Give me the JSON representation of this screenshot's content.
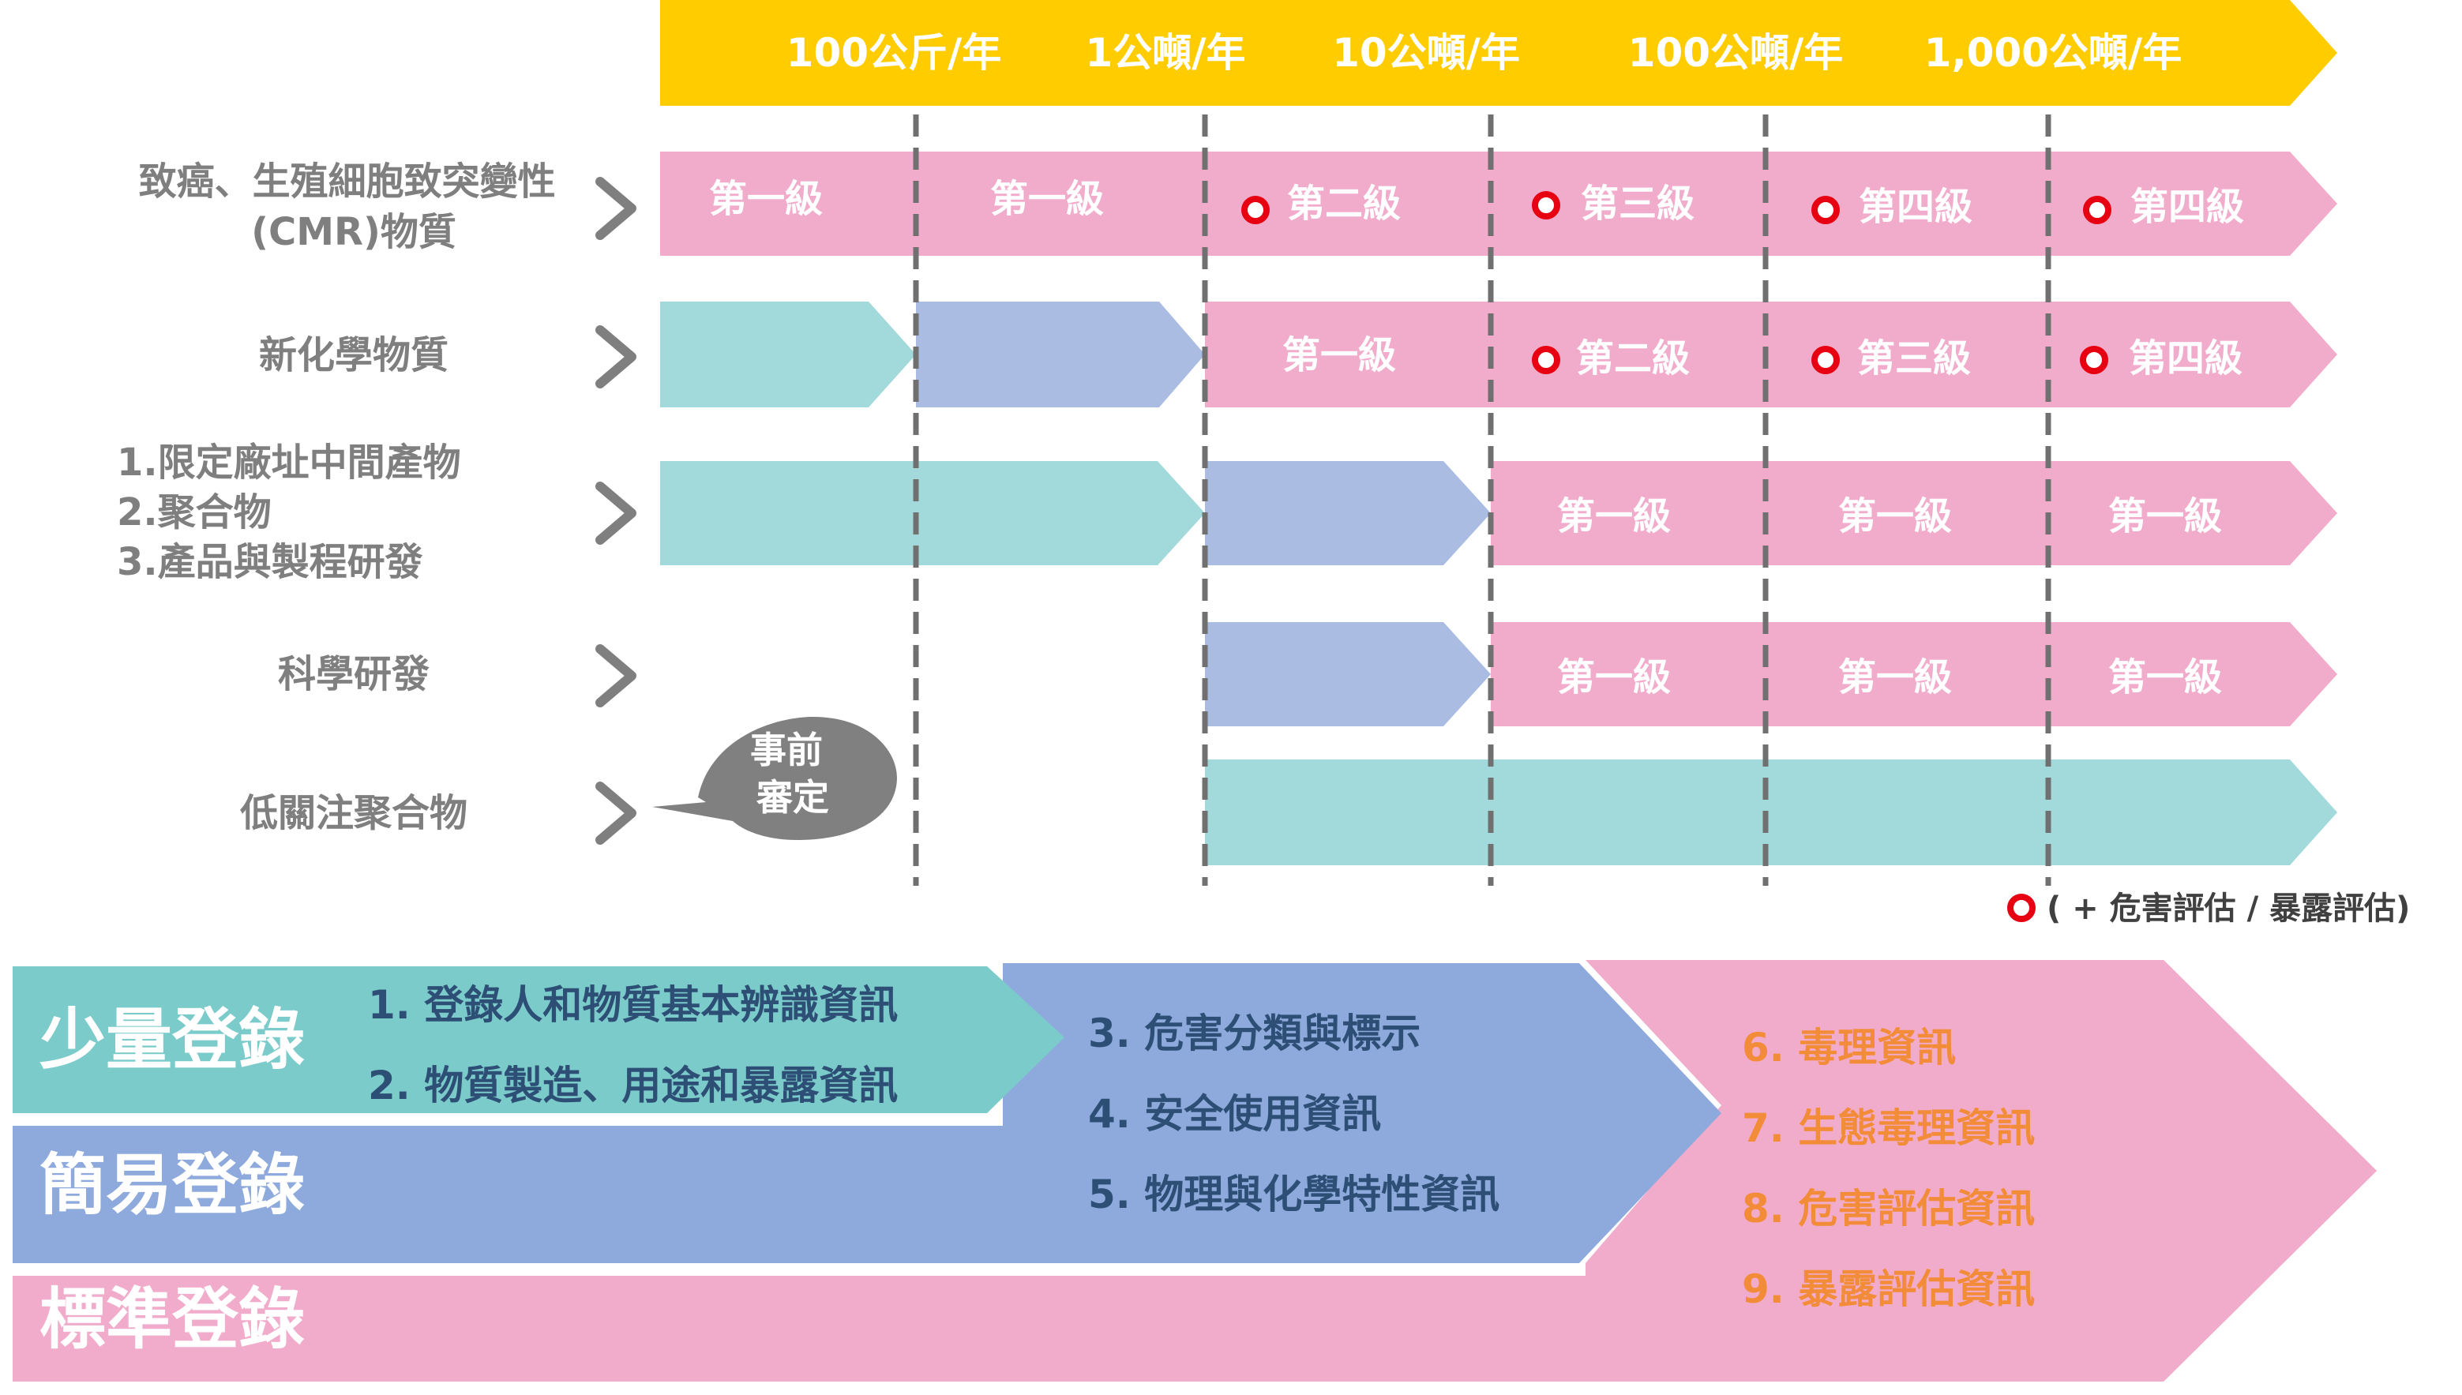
{
  "header": {
    "ticks": [
      "100公斤/年",
      "1公噸/年",
      "10公噸/年",
      "100公噸/年",
      "1,000公噸/年"
    ]
  },
  "rows": [
    {
      "label_lines": [
        "致癌、生殖細胞致突變性",
        "(CMR)物質"
      ],
      "cells": [
        {
          "text": "第一級",
          "marked": false
        },
        {
          "text": "第一級",
          "marked": false
        },
        {
          "text": "第二級",
          "marked": true
        },
        {
          "text": "第三級",
          "marked": true
        },
        {
          "text": "第四級",
          "marked": true
        },
        {
          "text": "第四級",
          "marked": true
        }
      ]
    },
    {
      "label_lines": [
        "新化學物質"
      ],
      "cells": [
        {
          "text": "第一級",
          "marked": false
        },
        {
          "text": "第二級",
          "marked": true
        },
        {
          "text": "第三級",
          "marked": true
        },
        {
          "text": "第四級",
          "marked": true
        }
      ]
    },
    {
      "label_lines": [
        "1.限定廠址中間產物",
        "2.聚合物",
        "3.產品與製程研發"
      ],
      "cells": [
        {
          "text": "第一級",
          "marked": false
        },
        {
          "text": "第一級",
          "marked": false
        },
        {
          "text": "第一級",
          "marked": false
        }
      ]
    },
    {
      "label_lines": [
        "科學研發"
      ],
      "cells": [
        {
          "text": "第一級",
          "marked": false
        },
        {
          "text": "第一級",
          "marked": false
        },
        {
          "text": "第一級",
          "marked": false
        }
      ]
    },
    {
      "label_lines": [
        "低關注聚合物"
      ],
      "cells": []
    }
  ],
  "bubble": {
    "lines": [
      "事前",
      "審定"
    ]
  },
  "legend": {
    "text": "( + 危害評估 / 暴露評估)"
  },
  "registrations": [
    {
      "title": "少量登錄",
      "items": [
        "1. 登錄人和物質基本辨識資訊",
        "2. 物質製造、用途和暴露資訊"
      ]
    },
    {
      "title": "簡易登錄",
      "items": [
        "3. 危害分類與標示",
        "4. 安全使用資訊",
        "5. 物理與化學特性資訊"
      ]
    },
    {
      "title": "標準登錄",
      "items": [
        "6. 毒理資訊",
        "7. 生態毒理資訊",
        "8. 危害評估資訊",
        "9. 暴露評估資訊"
      ]
    }
  ],
  "colors": {
    "header_yellow": "#FFCC00",
    "pink": "#F2ACCB",
    "teal": "#A2DADC",
    "blue_light": "#AABCE2",
    "blue_block": "#8EAADC",
    "teal_block": "#7CCBCB",
    "label_gray": "#7F7F7F",
    "bubble_gray": "#808080",
    "divider_gray": "#707070",
    "marker_red": "#E60012",
    "dark_blue_text": "#2E4F75",
    "orange_text": "#F28C38"
  }
}
